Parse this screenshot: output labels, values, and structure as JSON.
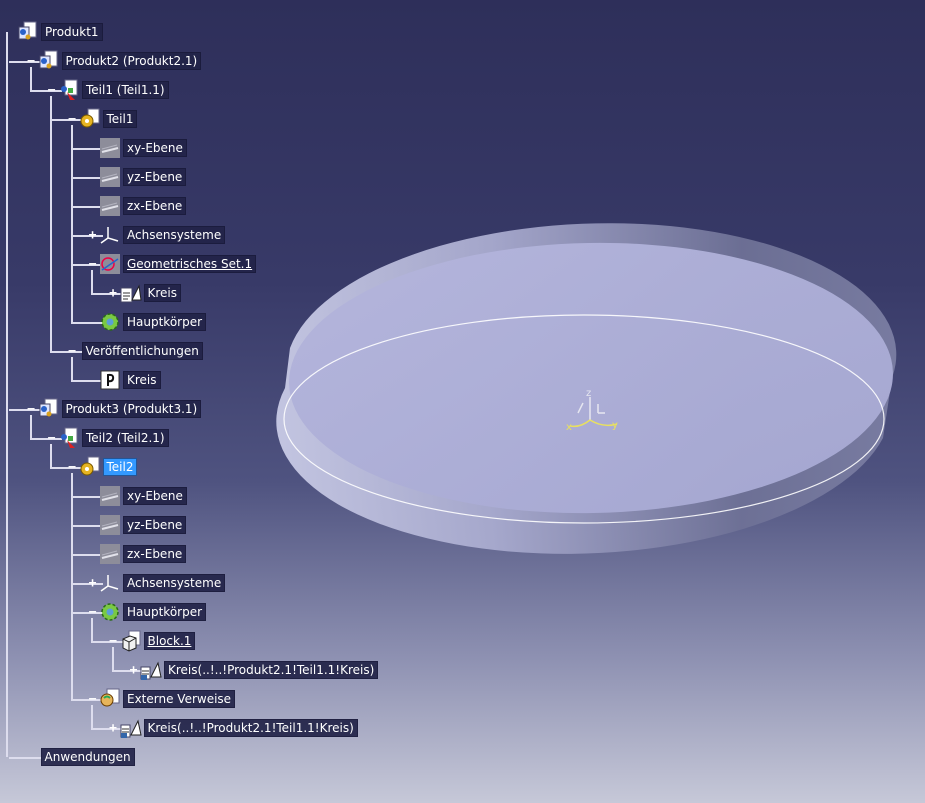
{
  "tree": [
    {
      "label": "Produkt1",
      "icon": "product-icon",
      "level": 0,
      "row": 0,
      "expander": "",
      "underline": false,
      "selected": false
    },
    {
      "label": "Produkt2 (Produkt2.1)",
      "icon": "product-icon",
      "level": 1,
      "row": 1,
      "expander": "-",
      "underline": false,
      "selected": false
    },
    {
      "label": "Teil1 (Teil1.1)",
      "icon": "part-instance-icon",
      "level": 2,
      "row": 2,
      "expander": "-",
      "underline": false,
      "selected": false
    },
    {
      "label": "Teil1",
      "icon": "part-gear-icon",
      "level": 3,
      "row": 3,
      "expander": "-",
      "underline": false,
      "selected": false
    },
    {
      "label": "xy-Ebene",
      "icon": "plane-icon",
      "level": 4,
      "row": 4,
      "expander": "",
      "underline": false,
      "selected": false
    },
    {
      "label": "yz-Ebene",
      "icon": "plane-icon",
      "level": 4,
      "row": 5,
      "expander": "",
      "underline": false,
      "selected": false
    },
    {
      "label": "zx-Ebene",
      "icon": "plane-icon",
      "level": 4,
      "row": 6,
      "expander": "",
      "underline": false,
      "selected": false
    },
    {
      "label": "Achsensysteme",
      "icon": "axis-system-icon",
      "level": 4,
      "row": 7,
      "expander": "+",
      "underline": false,
      "selected": false
    },
    {
      "label": "Geometrisches Set.1",
      "icon": "geometric-set-icon",
      "level": 4,
      "row": 8,
      "expander": "-",
      "underline": true,
      "selected": false
    },
    {
      "label": "Kreis",
      "icon": "sketch-icon",
      "level": 5,
      "row": 9,
      "expander": "+",
      "underline": false,
      "selected": false
    },
    {
      "label": "Hauptkörper",
      "icon": "body-gear-icon",
      "level": 4,
      "row": 10,
      "expander": "",
      "underline": false,
      "selected": false
    },
    {
      "label": "Veröffentlichungen",
      "icon": "",
      "level": 3,
      "row": 11,
      "expander": "-",
      "underline": false,
      "selected": false
    },
    {
      "label": "Kreis",
      "icon": "publication-icon",
      "level": 4,
      "row": 12,
      "expander": "",
      "underline": false,
      "selected": false
    },
    {
      "label": "Produkt3 (Produkt3.1)",
      "icon": "product-icon",
      "level": 1,
      "row": 13,
      "expander": "-",
      "underline": false,
      "selected": false
    },
    {
      "label": "Teil2 (Teil2.1)",
      "icon": "part-instance-icon",
      "level": 2,
      "row": 14,
      "expander": "-",
      "underline": false,
      "selected": false
    },
    {
      "label": "Teil2",
      "icon": "part-gear-icon",
      "level": 3,
      "row": 15,
      "expander": "-",
      "underline": false,
      "selected": true
    },
    {
      "label": "xy-Ebene",
      "icon": "plane-icon",
      "level": 4,
      "row": 16,
      "expander": "",
      "underline": false,
      "selected": false
    },
    {
      "label": "yz-Ebene",
      "icon": "plane-icon",
      "level": 4,
      "row": 17,
      "expander": "",
      "underline": false,
      "selected": false
    },
    {
      "label": "zx-Ebene",
      "icon": "plane-icon",
      "level": 4,
      "row": 18,
      "expander": "",
      "underline": false,
      "selected": false
    },
    {
      "label": "Achsensysteme",
      "icon": "axis-system-icon",
      "level": 4,
      "row": 19,
      "expander": "+",
      "underline": false,
      "selected": false
    },
    {
      "label": "Hauptkörper",
      "icon": "body-gear-icon",
      "level": 4,
      "row": 20,
      "expander": "-",
      "underline": false,
      "selected": false
    },
    {
      "label": "Block.1",
      "icon": "pad-icon",
      "level": 5,
      "row": 21,
      "expander": "-",
      "underline": true,
      "selected": false
    },
    {
      "label": "Kreis(..!..!Produkt2.1!Teil1.1!Kreis)",
      "icon": "external-sketch-icon",
      "level": 6,
      "row": 22,
      "expander": "+",
      "underline": false,
      "selected": false
    },
    {
      "label": "Externe Verweise",
      "icon": "external-refs-icon",
      "level": 4,
      "row": 23,
      "expander": "-",
      "underline": false,
      "selected": false
    },
    {
      "label": "Kreis(..!..!Produkt2.1!Teil1.1!Kreis)",
      "icon": "external-sketch-icon",
      "level": 5,
      "row": 24,
      "expander": "+",
      "underline": false,
      "selected": false
    },
    {
      "label": "Anwendungen",
      "icon": "",
      "level": 1,
      "row": 25,
      "expander": "",
      "underline": false,
      "selected": false
    }
  ],
  "compass": {
    "x_label": "x",
    "y_label": "y",
    "z_label": "z"
  },
  "colors": {
    "selection": "#3399ff",
    "axis": "#e8e060",
    "tree_line": "#dde"
  }
}
